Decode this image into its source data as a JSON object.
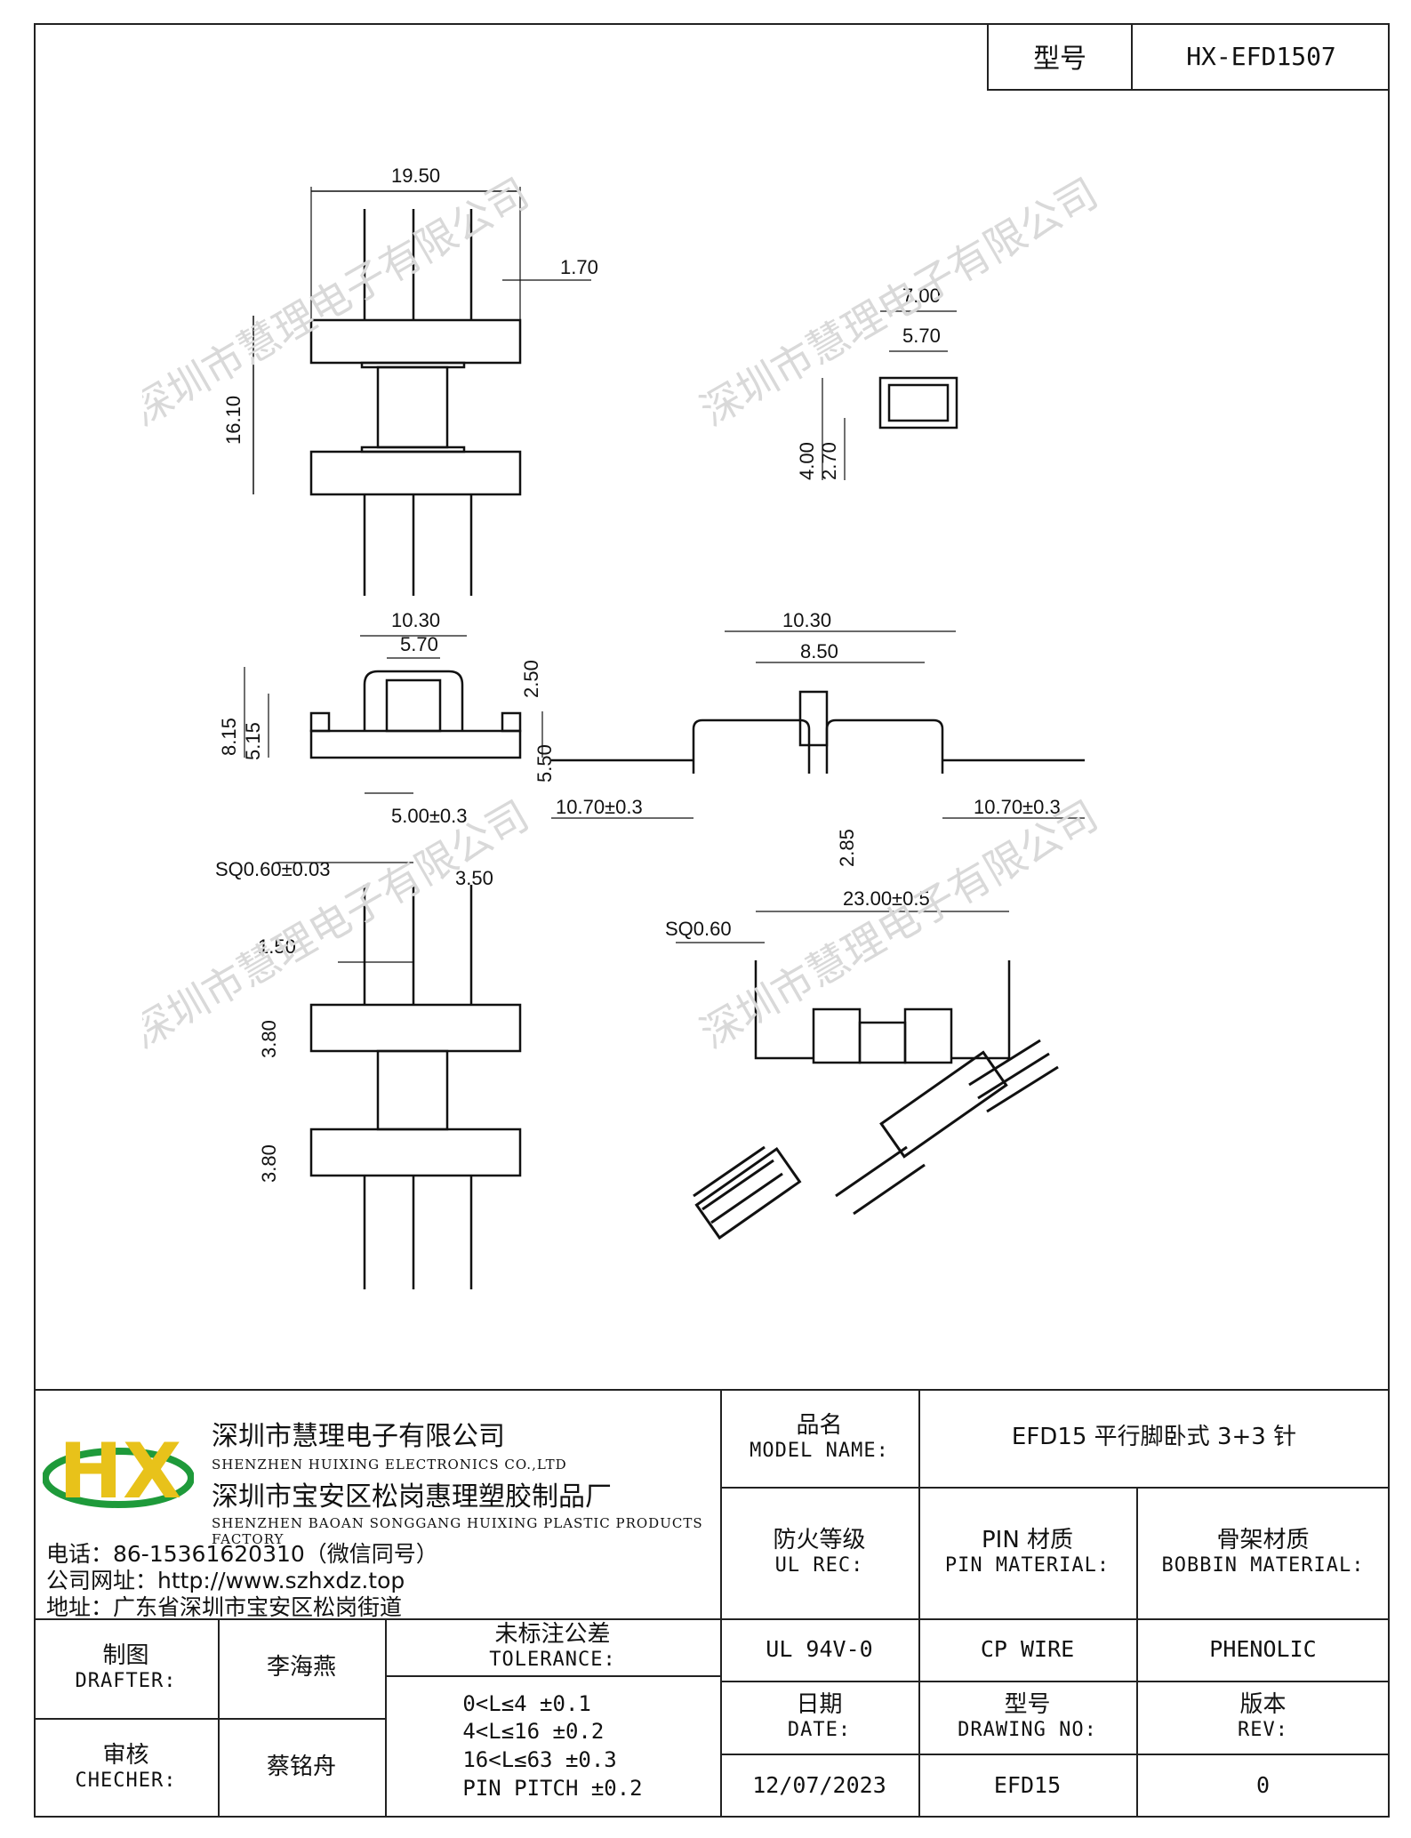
{
  "header": {
    "model_label": "型号",
    "model_value": "HX-EFD1507"
  },
  "watermark": "深圳市慧理电子有限公司",
  "dims": {
    "top_width": "19.50",
    "pin_offset": "1.70",
    "height": "16.10",
    "box_outer": "7.00",
    "box_inner": "5.70",
    "box_h": "4.00",
    "box_h2": "2.70",
    "side_w": "10.30",
    "side_inner": "5.70",
    "side_h": "8.15",
    "side_h2": "5.15",
    "side_top": "2.50",
    "side_right": "5.50",
    "pin_pitch": "5.00±0.3",
    "front_w": "10.30",
    "front_inner": "8.50",
    "lead_left": "10.70±0.3",
    "lead_right": "10.70±0.3",
    "front_drop": "2.85",
    "sq": "SQ0.60±0.03",
    "pin_spacing": "3.50",
    "pin_w": "1.50",
    "flange1": "3.80",
    "flange2": "3.80",
    "span": "23.00±0.5",
    "sq2": "SQ0.60"
  },
  "company": {
    "logo_text": "HX",
    "name_cn": "深圳市慧理电子有限公司",
    "name_en": "SHENZHEN HUIXING ELECTRONICS CO.,LTD",
    "factory_cn": "深圳市宝安区松岗惠理塑胶制品厂",
    "factory_en": "SHENZHEN BAOAN SONGGANG HUIXING PLASTIC PRODUCTS FACTORY",
    "phone": "电话：86-15361620310（微信同号）",
    "website": "公司网址：http://www.szhxdz.top",
    "address": "地址：广东省深圳市宝安区松岗街道"
  },
  "titleblock": {
    "model_name_cn": "品名",
    "model_name_en": "MODEL NAME:",
    "model_name_value": "EFD15 平行脚卧式 3+3 针",
    "ul_cn": "防火等级",
    "ul_en": "UL REC:",
    "ul_value": "UL 94V-0",
    "pin_cn": "PIN 材质",
    "pin_en": "PIN MATERIAL:",
    "pin_value": "CP WIRE",
    "bobbin_cn": "骨架材质",
    "bobbin_en": "BOBBIN MATERIAL:",
    "bobbin_value": "PHENOLIC",
    "drafter_cn": "制图",
    "drafter_en": "DRAFTER:",
    "drafter_name": "李海燕",
    "checker_cn": "审核",
    "checker_en": "CHECHER:",
    "checker_name": "蔡铭舟",
    "tol_cn": "未标注公差",
    "tol_en": "TOLERANCE:",
    "tol_lines": [
      "0<L≤4  ±0.1",
      "4<L≤16 ±0.2",
      "16<L≤63 ±0.3",
      "PIN PITCH ±0.2"
    ],
    "date_cn": "日期",
    "date_en": "DATE:",
    "date_value": "12/07/2023",
    "drawing_cn": "型号",
    "drawing_en": "DRAWING NO:",
    "drawing_value": "EFD15",
    "rev_cn": "版本",
    "rev_en": "REV:",
    "rev_value": "0"
  }
}
